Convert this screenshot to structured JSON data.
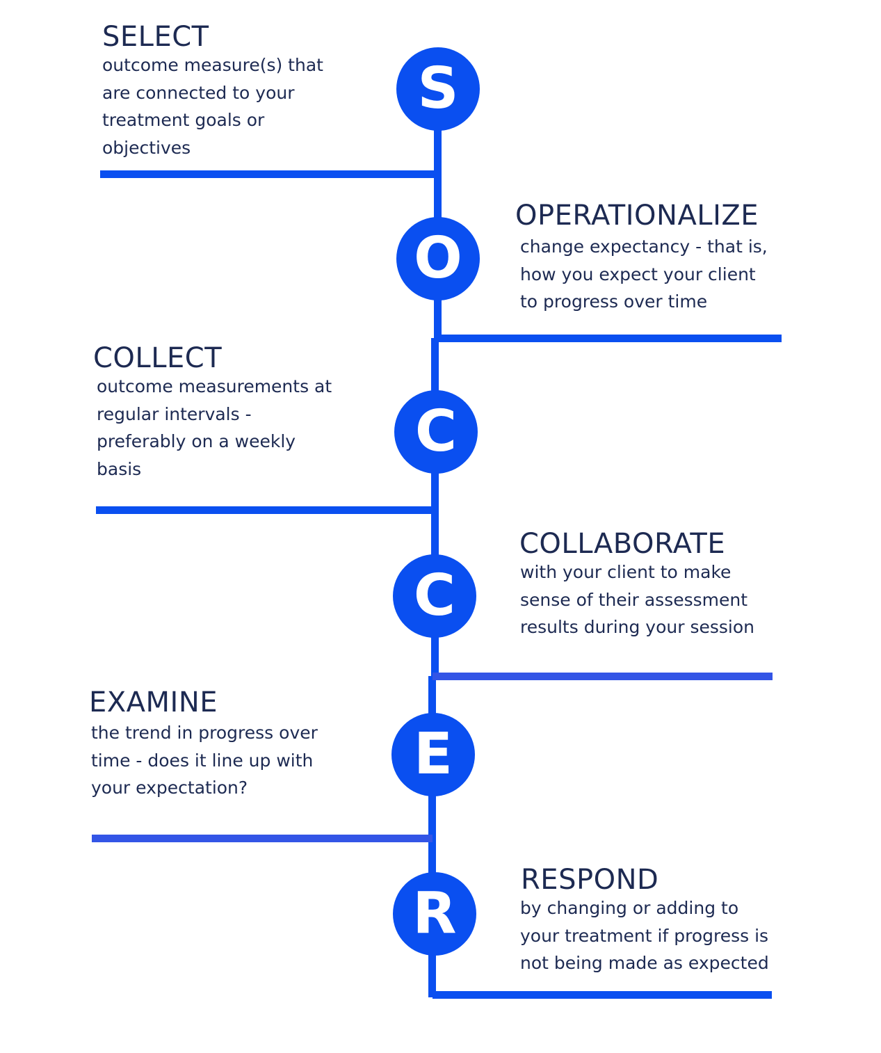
{
  "colors": {
    "accent": "#0a4ff0",
    "text": "#1d2a52",
    "badge_text": "#ffffff"
  },
  "steps": [
    {
      "letter": "S",
      "title": "SELECT",
      "description": "outcome measure(s) that\nare connected to your\ntreatment goals or\nobjectives"
    },
    {
      "letter": "O",
      "title": "OPERATIONALIZE",
      "description": "change expectancy - that is,\nhow you expect your client\nto progress over time"
    },
    {
      "letter": "C",
      "title": "COLLECT",
      "description": "outcome measurements at\nregular intervals -\npreferably on a weekly\nbasis"
    },
    {
      "letter": "C",
      "title": "COLLABORATE",
      "description": "with your client to make\nsense of their assessment\nresults during your session"
    },
    {
      "letter": "E",
      "title": "EXAMINE",
      "description": "the trend in progress over\ntime - does it line up with\nyour expectation?"
    },
    {
      "letter": "R",
      "title": "RESPOND",
      "description": "by changing or adding to\nyour treatment if progress is\nnot being made as expected"
    }
  ]
}
